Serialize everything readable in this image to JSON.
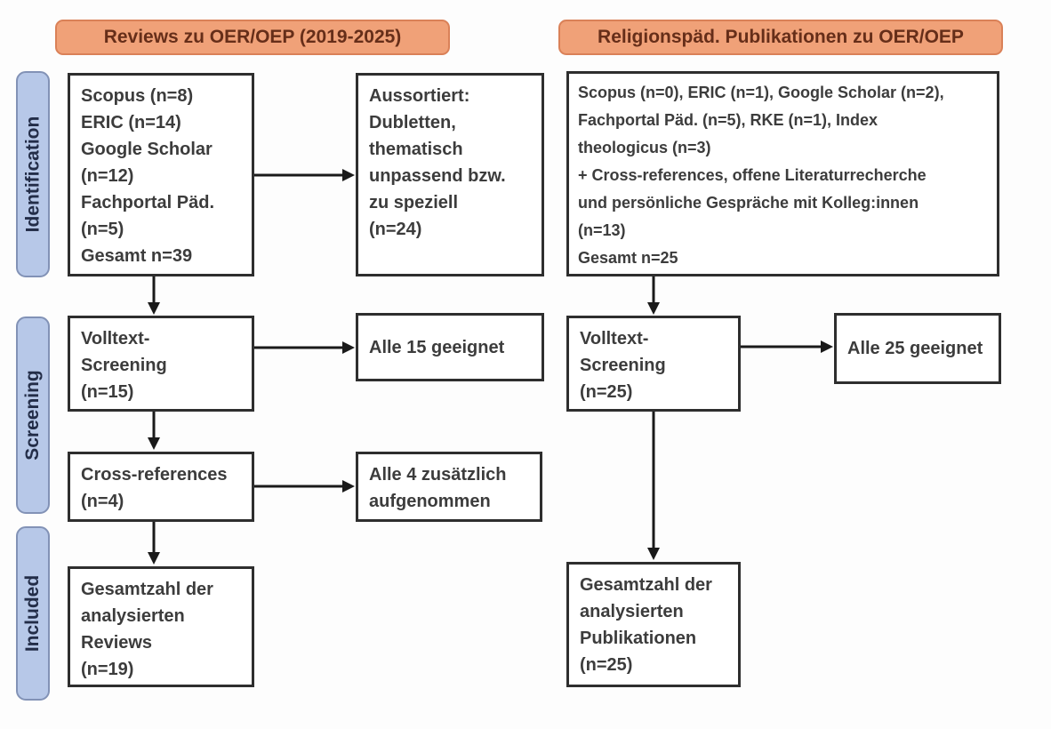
{
  "titles": {
    "left": "Reviews zu OER/OEP (2019-2025)",
    "right": "Religionspäd. Publikationen zu OER/OEP"
  },
  "stages": {
    "identification": "Identification",
    "screening": "Screening",
    "included": "Included"
  },
  "flows": {
    "left": {
      "sources": "Scopus (n=8)\nERIC (n=14)\nGoogle Scholar\n(n=12)\nFachportal Päd.\n(n=5)\nGesamt n=39",
      "excluded": "Aussortiert:\nDubletten,\nthematisch\nunpassend bzw.\nzu speziell\n(n=24)",
      "fulltext_screening": "Volltext-\nScreening\n(n=15)",
      "fulltext_result": "Alle 15 geeignet",
      "cross_references": "Cross-references\n(n=4)",
      "cross_references_result": "Alle 4 zusätzlich\naufgenommen",
      "included_total": "Gesamtzahl der\nanalysierten\nReviews\n(n=19)"
    },
    "right": {
      "sources": "Scopus (n=0), ERIC (n=1), Google Scholar (n=2),\nFachportal Päd. (n=5), RKE (n=1), Index\ntheologicus (n=3)\n+ Cross-references, offene Literaturrecherche\nund persönliche Gespräche mit Kolleg:innen\n(n=13)\nGesamt n=25",
      "fulltext_screening": "Volltext-\nScreening\n(n=25)",
      "fulltext_result": "Alle 25 geeignet",
      "included_total": "Gesamtzahl der\nanalysierten\nPublikationen\n(n=25)"
    }
  },
  "colors": {
    "title_fill": "#F0A178",
    "title_border": "#DA8158",
    "title_text": "#662E19",
    "stage_fill": "#B7C8E8",
    "stage_border": "#8292B6",
    "stage_text": "#232D48",
    "box_border": "#2E2E2E",
    "box_text": "#3C3C3C",
    "arrow": "#1A1A1A",
    "background": "#FDFDFD"
  }
}
